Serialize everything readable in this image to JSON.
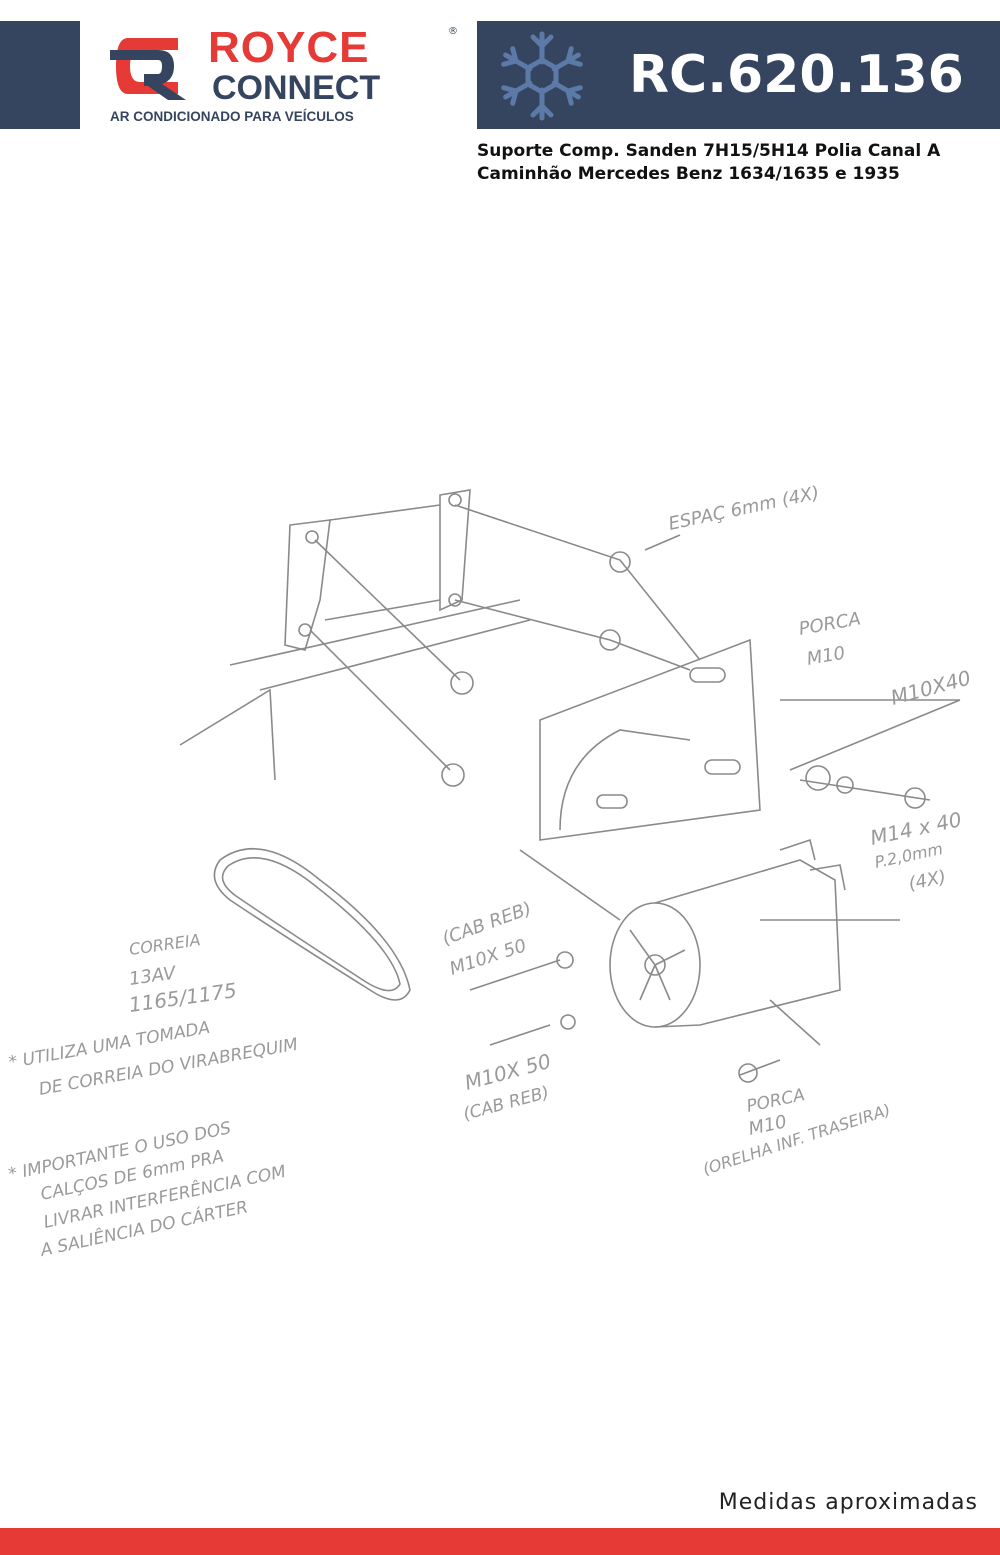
{
  "brand": {
    "name_top": "ROYCE",
    "name_bottom": "CONNECT",
    "tagline": "AR CONDICIONADO PARA VEÍCULOS",
    "registered": "®"
  },
  "product": {
    "code": "RC.620.136",
    "description_line1": "Suporte Comp. Sanden 7H15/5H14 Polia Canal A",
    "description_line2": "Caminhão Mercedes Benz 1634/1635 e 1935"
  },
  "sketch": {
    "labels": {
      "spacer": "ESPAÇ 6mm (4X)",
      "nut_top_1": "PORCA",
      "nut_top_2": "M10",
      "bolt_top": "M10X40",
      "bolt_right_1": "M14 x 40",
      "bolt_right_2": "P.2,0mm",
      "bolt_right_3": "(4X)",
      "cab_1": "(CAB REB)",
      "cab_2": "M10X 50",
      "bolt_low_1": "M10X 50",
      "bolt_low_2": "(CAB REB)",
      "nut_low_1": "PORCA",
      "nut_low_2": "M10",
      "nut_low_3": "(ORELHA INF. TRASEIRA)",
      "belt_1": "CORREIA",
      "belt_2": "13AV",
      "belt_3": "1165/1175",
      "note1_1": "* UTILIZA UMA TOMADA",
      "note1_2": "DE CORREIA DO VIRABREQUIM",
      "note2_1": "* IMPORTANTE O USO DOS",
      "note2_2": "CALÇOS DE 6mm PRA",
      "note2_3": "LIVRAR INTERFERÊNCIA COM",
      "note2_4": "A SALIÊNCIA DO CÁRTER"
    }
  },
  "footer": {
    "note": "Medidas aproximadas"
  },
  "colors": {
    "navy": "#36455f",
    "red": "#e63a36",
    "snowflake": "#5b7aa8"
  }
}
